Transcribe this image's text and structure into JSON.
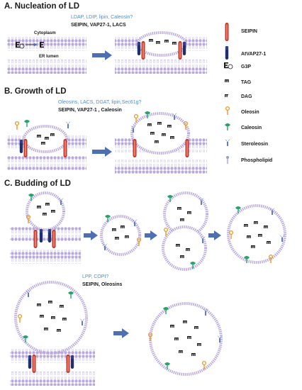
{
  "sections": {
    "a": {
      "title": "A. Nucleation of LD",
      "proteins_blue": "LDAP, LDIP, lipin, Caleosin?",
      "proteins_black": "SEIPIN, VAP27-1, LACS",
      "cytoplasm": "Cytoplasm",
      "er_lumen": "ER lumen"
    },
    "b": {
      "title": "B. Growth of LD",
      "proteins_blue": "Oleosins, LACS, DGAT, lipin,Sec61g?",
      "proteins_black": "SEIPIN, VAP27-1 , Caleosin"
    },
    "c": {
      "title": "C. Budding of LD",
      "proteins_blue": "LPP, COPI?",
      "proteins_black": "SEIPIN, Oleosins"
    }
  },
  "legend": [
    {
      "label": "SEIPIN",
      "icon": "seipin-icon",
      "color": "#c0392b"
    },
    {
      "label": "AtVAP27-1",
      "icon": "vap27-icon",
      "color": "#1f2f6b"
    },
    {
      "label": "G3P",
      "icon": "g3p-icon",
      "color": "#1a1a1a"
    },
    {
      "label": "TAG",
      "icon": "tag-icon",
      "color": "#1a1a1a"
    },
    {
      "label": "DAG",
      "icon": "dag-icon",
      "color": "#1a1a1a"
    },
    {
      "label": "Oleosin",
      "icon": "oleosin-icon",
      "color": "#e89a2c"
    },
    {
      "label": "Caleosin",
      "icon": "caleosin-icon",
      "color": "#2aa36b"
    },
    {
      "label": "Steroleosin",
      "icon": "steroleosin-icon",
      "color": "#5b7fc7"
    },
    {
      "label": "Phospholipid",
      "icon": "phospholipid-icon",
      "color": "#9aa0c8"
    }
  ],
  "colors": {
    "membrane_head": "#b9a9dc",
    "membrane_tail": "#d8cfee",
    "arrow": "#4f6fb3"
  }
}
